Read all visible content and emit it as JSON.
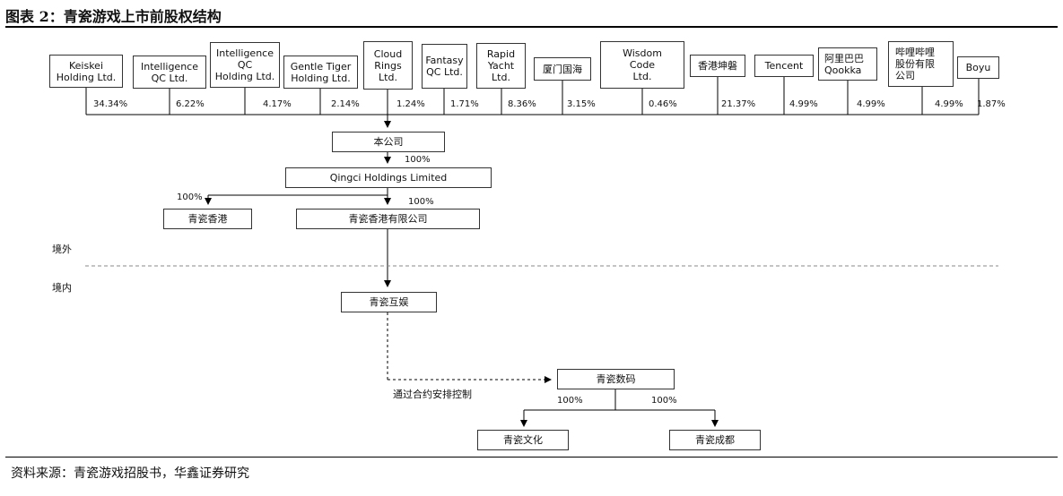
{
  "title": "图表 2：青瓷游戏上市前股权结构",
  "source": "资料来源：青瓷游戏招股书，华鑫证券研究",
  "shareholders": [
    {
      "name": "Keiskei\nHolding Ltd.",
      "pct": "34.34%"
    },
    {
      "name": "Intelligence\nQC Ltd.",
      "pct": "6.22%"
    },
    {
      "name": "Intelligence\nQC\nHolding Ltd.",
      "pct": "4.17%"
    },
    {
      "name": "Gentle Tiger\nHolding Ltd.",
      "pct": "2.14%"
    },
    {
      "name": "Cloud\nRings\nLtd.",
      "pct": "1.24%"
    },
    {
      "name": "Fantasy\nQC Ltd.",
      "pct": "1.71%"
    },
    {
      "name": "Rapid\nYacht\nLtd.",
      "pct": "8.36%"
    },
    {
      "name": "厦门国海",
      "pct": "3.15%"
    },
    {
      "name": "Wisdom\nCode\nLtd.",
      "pct": "0.46%"
    },
    {
      "name": "香港坤磐",
      "pct": "21.37%"
    },
    {
      "name": "Tencent",
      "pct": "4.99%"
    },
    {
      "name": "阿里巴巴\nQookka",
      "pct": "4.99%"
    },
    {
      "name": "哔哩哔哩\n股份有限\n公司",
      "pct": "4.99%"
    },
    {
      "name": "Boyu",
      "pct": "1.87%"
    }
  ],
  "company": "本公司",
  "holding": "Qingci Holdings Limited",
  "holding_pct": "100%",
  "hk1": "青瓷香港",
  "hk1_pct": "100%",
  "hk2": "青瓷香港有限公司",
  "hk2_pct": "100%",
  "offshore": "境外",
  "onshore": "境内",
  "huyu": "青瓷互娱",
  "vie_label": "通过合约安排控制",
  "shuma": "青瓷数码",
  "wenhua": "青瓷文化",
  "wenhua_pct": "100%",
  "chengdu": "青瓷成都",
  "chengdu_pct": "100%"
}
